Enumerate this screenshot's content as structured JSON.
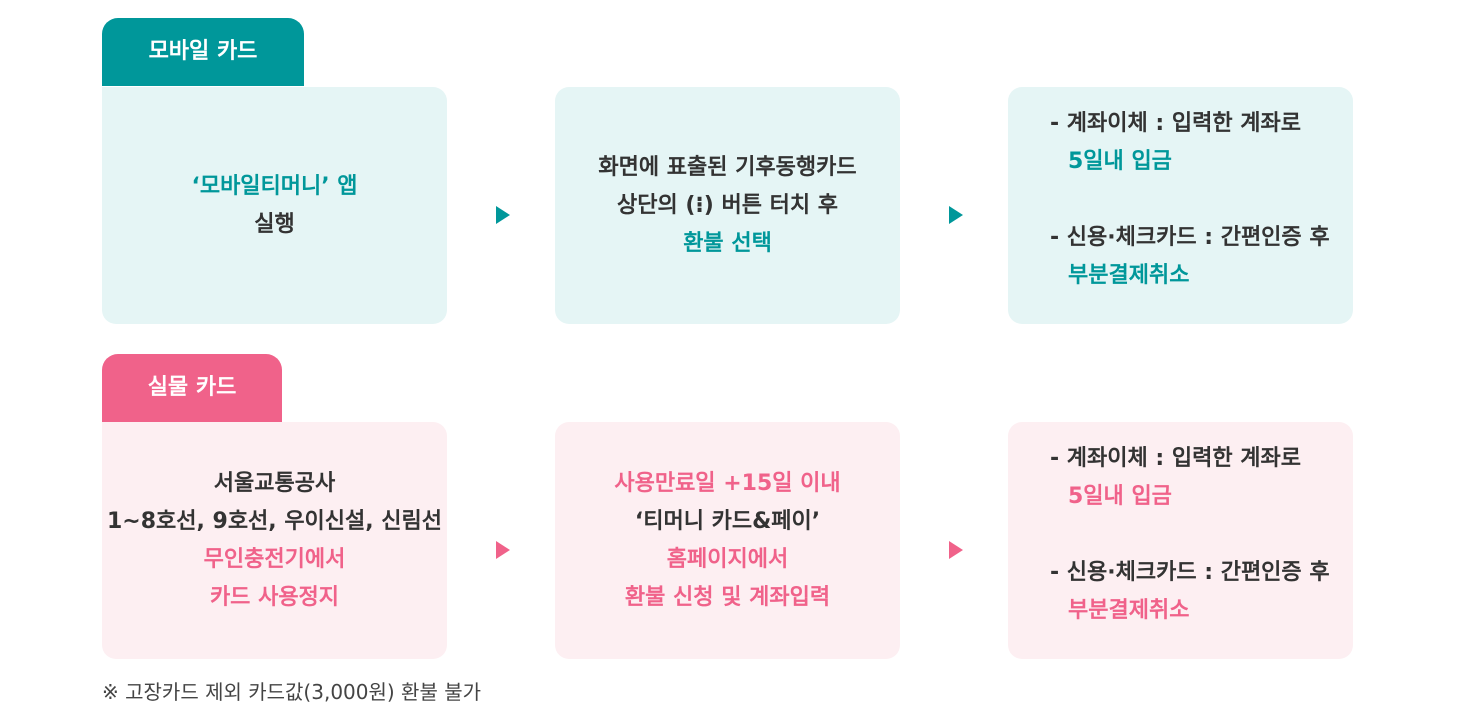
{
  "mobile": {
    "tab_label": "모바일 카드",
    "step1": {
      "line1": "‘모바일티머니’ 앱",
      "line2": "실행"
    },
    "step2": {
      "line1": "화면에 표출된 기후동행카드",
      "line2": "상단의 (⁝) 버튼 터치 후",
      "line3": "환불 선택"
    },
    "step3": {
      "item1_label": "- 계좌이체 : 입력한 계좌로",
      "item1_value": "5일내 입금",
      "item2_label": "- 신용·체크카드 : 간편인증 후",
      "item2_value": "부분결제취소"
    }
  },
  "physical": {
    "tab_label": "실물 카드",
    "step1": {
      "line1": "서울교통공사",
      "line2": "1~8호선, 9호선, 우이신설, 신림선",
      "line3": "무인충전기에서",
      "line4": "카드 사용정지"
    },
    "step2": {
      "line1": "사용만료일 +15일 이내",
      "line2": "‘티머니 카드&페이’",
      "line3": "홈페이지에서",
      "line4": "환불 신청 및 계좌입력"
    },
    "step3": {
      "item1_label": "- 계좌이체 : 입력한 계좌로",
      "item1_value": "5일내 입금",
      "item2_label": "- 신용·체크카드 : 간편인증 후",
      "item2_value": "부분결제취소"
    }
  },
  "note": "※ 고장카드 제외 카드값(3,000원) 환불 불가",
  "colors": {
    "teal": "#00979a",
    "pink": "#f0628a",
    "teal_bg": "#e5f5f5",
    "pink_bg": "#fdeff2"
  }
}
